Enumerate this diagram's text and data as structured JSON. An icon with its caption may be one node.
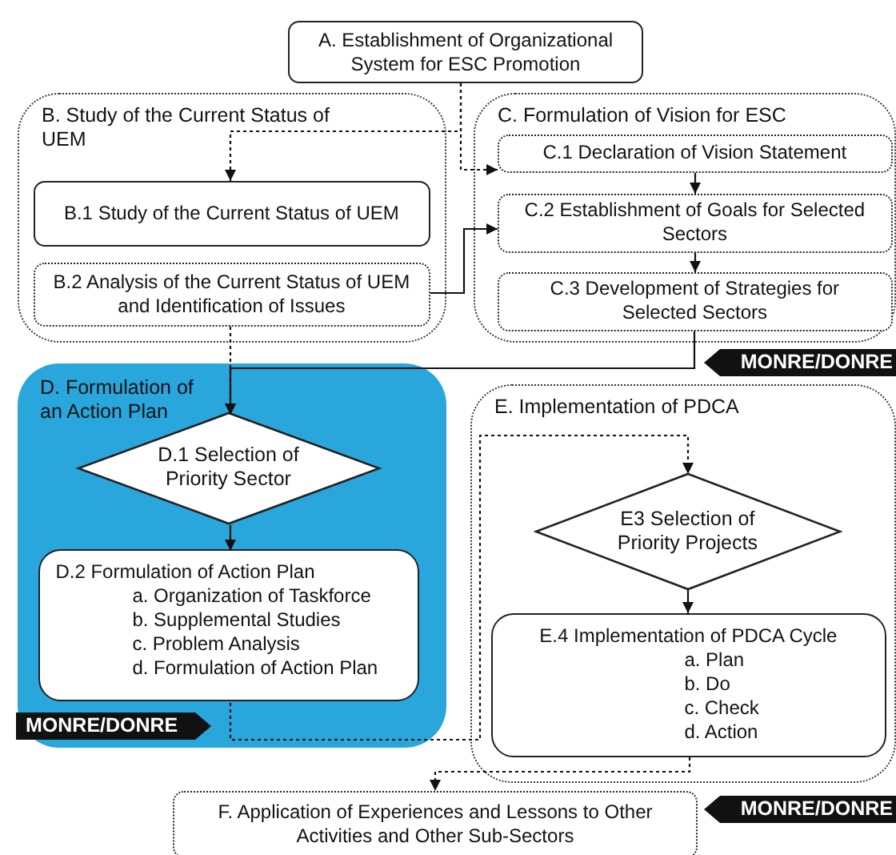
{
  "diagram": {
    "nodes": [
      {
        "text": [
          "A. Establishment of Organizational System for ESC Promotion"
        ]
      },
      {
        "text": [
          "B. Study of the Current Status of UEM"
        ]
      },
      {
        "text": [
          "B.1 Study of the Current Status of UEM"
        ],
        "in": 1
      },
      {
        "text": [
          "B.2 Analysis of the Current Status of UEM and Identification of Issues"
        ],
        "in": 1
      },
      {
        "text": [
          "C. Formulation of Vision for ESC"
        ]
      },
      {
        "text": [
          "C.1 Declaration of Vision Statement"
        ],
        "in": 4
      },
      {
        "text": [
          "C.2 Establishment of Goals for Selected Sectors"
        ],
        "in": 4
      },
      {
        "text": [
          "C.3 Development of Strategies for Selected Sectors"
        ],
        "in": 4
      },
      {
        "text": [
          "D. Formulation of an Action Plan"
        ]
      },
      {
        "text": [
          "D.1 Selection of Priority Sector"
        ],
        "in": 8
      },
      {
        "text": [
          "D.2 Formulation of Action Plan",
          "a. Organization of Taskforce",
          "b. Supplemental Studies",
          "c. Problem Analysis",
          "d. Formulation of Action Plan"
        ],
        "in": 8
      },
      {
        "text": [
          "E. Implementation of PDCA"
        ]
      },
      {
        "text": [
          "E3 Selection of Priority Projects"
        ],
        "in": 11
      },
      {
        "text": [
          "E.4 Implementation of PDCA Cycle",
          "a. Plan",
          "b. Do",
          "c. Check",
          "d. Action"
        ],
        "in": 11
      },
      {
        "text": [
          "F. Application of Experiences and Lessons to Other Activities and Other Sub-Sectors"
        ]
      }
    ],
    "edges": [
      {
        "from": 0,
        "to": 2,
        "arrow": "to",
        "style": "dashed"
      },
      {
        "from": 0,
        "to": 5,
        "arrow": "to",
        "style": "dashed"
      },
      {
        "from": 3,
        "to": 6,
        "arrow": "to"
      },
      {
        "from": 5,
        "to": 6,
        "arrow": "to"
      },
      {
        "from": 6,
        "to": 7,
        "arrow": "to"
      },
      {
        "from": 3,
        "to": 9,
        "arrow": "to",
        "style": "dashed"
      },
      {
        "from": 7,
        "to": 9,
        "arrow": "to"
      },
      {
        "from": 9,
        "to": 10,
        "arrow": "to"
      },
      {
        "from": 10,
        "to": 12,
        "arrow": "to",
        "style": "dashed"
      },
      {
        "from": 12,
        "to": 13,
        "arrow": "to"
      },
      {
        "from": 13,
        "to": 14,
        "arrow": "to",
        "style": "dashed"
      }
    ],
    "labels": [
      "MONRE/DONRE",
      "MONRE/DONRE",
      "MONRE/DONRE"
    ]
  }
}
